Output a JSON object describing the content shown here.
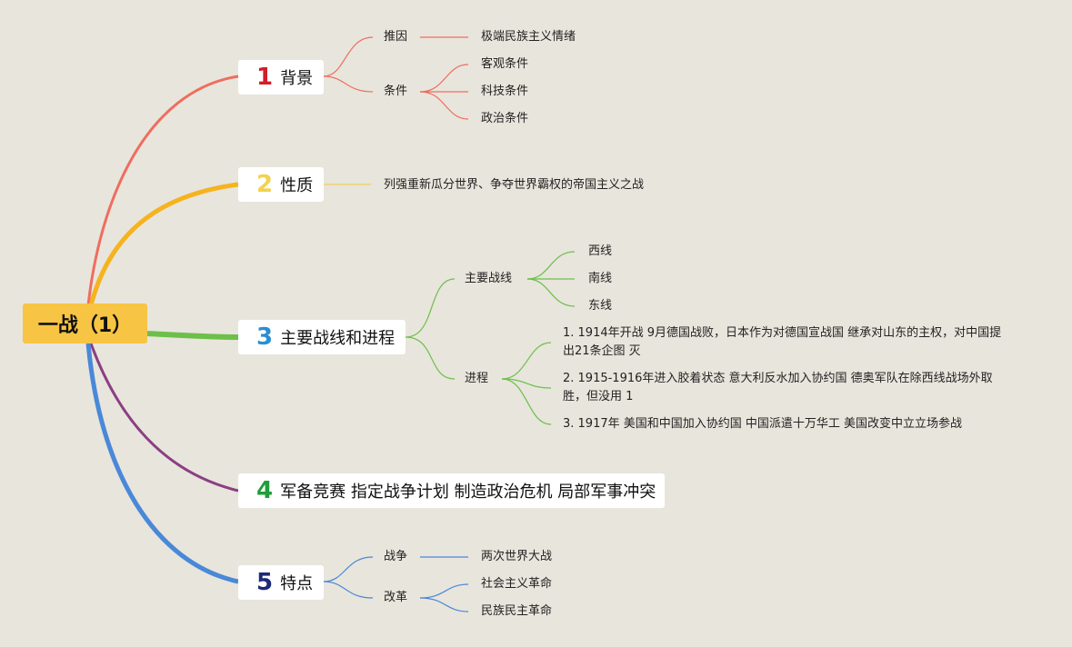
{
  "root": {
    "label": "一战（1）"
  },
  "colors": {
    "root_bg": "#f7c443",
    "branch1": "#ee6e5f",
    "branch2": "#f5b31e",
    "branch3": "#6cc04a",
    "branch4": "#8b3f82",
    "branch5": "#4a88d8",
    "num1": "#d11e2a",
    "num2": "#f2d24e",
    "num3": "#2a8fd0",
    "num4": "#1f9e3a",
    "num5": "#1c2a7a"
  },
  "branches": [
    {
      "num": "1",
      "label": "背景",
      "children": [
        {
          "label": "推因",
          "children": [
            {
              "label": "极端民族主义情绪"
            }
          ]
        },
        {
          "label": "条件",
          "children": [
            {
              "label": "客观条件"
            },
            {
              "label": "科技条件"
            },
            {
              "label": "政治条件"
            }
          ]
        }
      ]
    },
    {
      "num": "2",
      "label": "性质",
      "children": [
        {
          "label": "列强重新瓜分世界、争夺世界霸权的帝国主义之战"
        }
      ]
    },
    {
      "num": "3",
      "label": "主要战线和进程",
      "children": [
        {
          "label": "主要战线",
          "children": [
            {
              "label": "西线"
            },
            {
              "label": "南线"
            },
            {
              "label": "东线"
            }
          ]
        },
        {
          "label": "进程",
          "children": [
            {
              "label": "1. 1914年开战 9月德国战败，日本作为对德国宣战国 继承对山东的主权，对中国提出21条企图 灭"
            },
            {
              "label": "2. 1915-1916年进入胶着状态 意大利反水加入协约国 德奥军队在除西线战场外取胜，但没用 1"
            },
            {
              "label": "3. 1917年 美国和中国加入协约国 中国派遣十万华工 美国改变中立立场参战"
            }
          ]
        }
      ]
    },
    {
      "num": "4",
      "label": "军备竞赛 指定战争计划 制造政治危机 局部军事冲突"
    },
    {
      "num": "5",
      "label": "特点",
      "children": [
        {
          "label": "战争",
          "children": [
            {
              "label": "两次世界大战"
            }
          ]
        },
        {
          "label": "改革",
          "children": [
            {
              "label": "社会主义革命"
            },
            {
              "label": "民族民主革命"
            }
          ]
        }
      ]
    }
  ]
}
